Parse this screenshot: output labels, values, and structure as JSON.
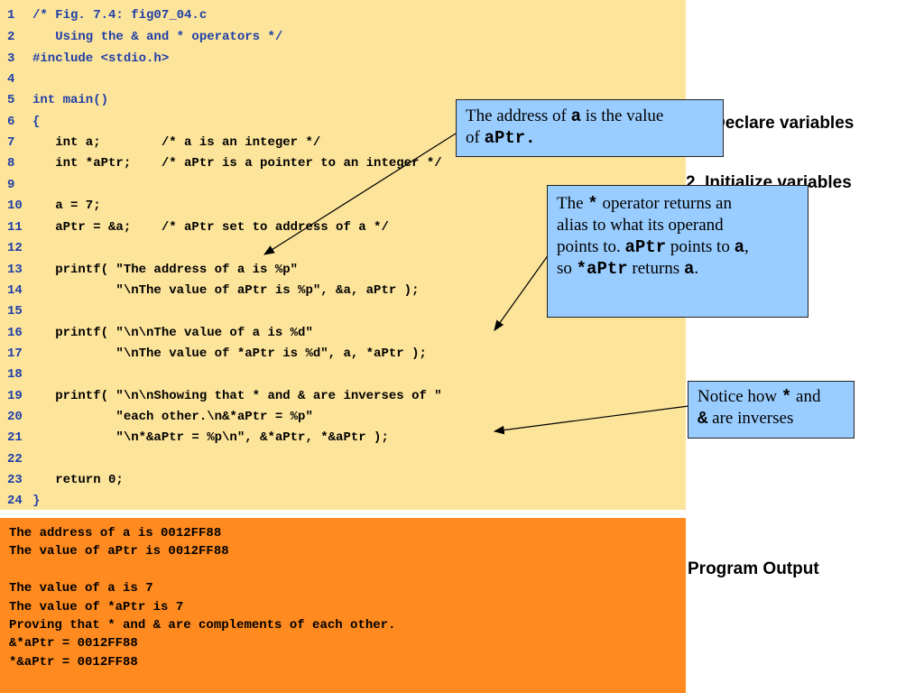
{
  "code_lines": [
    {
      "num": "1",
      "text": "/* Fig. 7.4: fig07_04.c"
    },
    {
      "num": "2",
      "text": "   Using the & and * operators */"
    },
    {
      "num": "3",
      "text": "#include <stdio.h>"
    },
    {
      "num": "4",
      "text": ""
    },
    {
      "num": "5",
      "text": "int main()"
    },
    {
      "num": "6",
      "text": "{"
    },
    {
      "num": "7",
      "text": "   int a;        /* a is an integer */"
    },
    {
      "num": "8",
      "text": "   int *aPtr;    /* aPtr is a pointer to an integer */"
    },
    {
      "num": "9",
      "text": ""
    },
    {
      "num": "10",
      "text": "   a = 7;"
    },
    {
      "num": "11",
      "text": "   aPtr = &a;    /* aPtr set to address of a */"
    },
    {
      "num": "12",
      "text": ""
    },
    {
      "num": "13",
      "text": "   printf( \"The address of a is %p\""
    },
    {
      "num": "14",
      "text": "           \"\\nThe value of aPtr is %p\", &a, aPtr );"
    },
    {
      "num": "15",
      "text": ""
    },
    {
      "num": "16",
      "text": "   printf( \"\\n\\nThe value of a is %d\""
    },
    {
      "num": "17",
      "text": "           \"\\nThe value of *aPtr is %d\", a, *aPtr );"
    },
    {
      "num": "18",
      "text": ""
    },
    {
      "num": "19",
      "text": "   printf( \"\\n\\nShowing that * and & are inverses of \""
    },
    {
      "num": "20",
      "text": "           \"each other.\\n&*aPtr = %p\""
    },
    {
      "num": "21",
      "text": "           \"\\n*&aPtr = %p\\n\", &*aPtr, *&aPtr );"
    },
    {
      "num": "22",
      "text": ""
    },
    {
      "num": "23",
      "text": "   return 0;"
    },
    {
      "num": "24",
      "text": "}"
    }
  ],
  "output_lines": [
    "The address of a is 0012FF88",
    "The value of aPtr is 0012FF88",
    "",
    "The value of a is 7",
    "The value of *aPtr is 7",
    "Proving that * and & are complements of each other.",
    "&*aPtr = 0012FF88",
    "*&aPtr = 0012FF88"
  ],
  "side_labels": {
    "declare": "Declare variables",
    "initialize": "2. Initialize variables",
    "program_output": "Program Output"
  },
  "callouts": {
    "address": {
      "t1": "The address of ",
      "b1": "a",
      "t2": " is the value",
      "t3": "of ",
      "b2": "aPtr."
    },
    "operator": {
      "t1": "The ",
      "b1": "*",
      "t2": " operator returns an",
      "t3": "alias to what its operand",
      "t4": "points to.  ",
      "b2": "aPtr",
      "t5": " points to ",
      "b3": "a",
      "t6": ",",
      "t7": "so ",
      "b4": "*aPtr",
      "t8": " returns ",
      "b5": "a",
      "t9": "."
    },
    "inverse": {
      "t1": "Notice how ",
      "b1": "*",
      "t2": " and",
      "b2": "&",
      "t3": " are inverses"
    }
  },
  "colors": {
    "code_bg": "#fde49b",
    "output_bg": "#ff8a1f",
    "callout_bg": "#99ccff",
    "code_blue": "#1f3fa7"
  }
}
